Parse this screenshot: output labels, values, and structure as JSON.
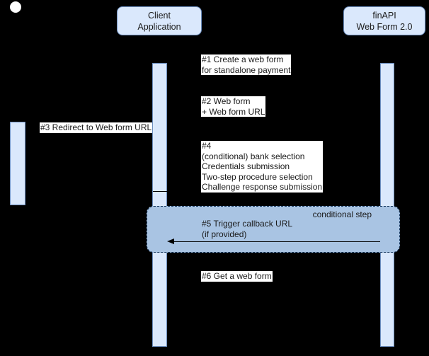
{
  "diagram": {
    "title_hidden": "",
    "background_color": "#000000",
    "accent_fill": "#dae8fc",
    "accent_stroke": "#6c8ebf",
    "fragment_fill": "#a9c4e3",
    "fragment_stroke": "#16365c",
    "text_color": "#1a1a1a",
    "label_bg": "#ffffff"
  },
  "actor": {
    "name": "actor-dot",
    "shape": "circle",
    "color": "#ffffff"
  },
  "participants": [
    {
      "id": "client-application",
      "label": "Client\nApplication"
    },
    {
      "id": "finapi-web-form",
      "label": "finAPI\nWeb Form 2.0"
    }
  ],
  "messages": [
    {
      "id": "m1",
      "label": "#1 Create a web form\nfor standalone payment"
    },
    {
      "id": "m2",
      "label": "#2 Web form\n+ Web form URL"
    },
    {
      "id": "m3",
      "label": "#3 Redirect to Web form URL"
    },
    {
      "id": "m4",
      "label": "#4\n(conditional) bank selection\nCredentials submission\nTwo-step procedure selection\nChallenge response submission"
    },
    {
      "id": "m6",
      "label": "#6 Get a web form"
    }
  ],
  "fragment": {
    "id": "conditional-step",
    "title": "conditional step",
    "message": "#5 Trigger callback URL\n(if provided)"
  }
}
